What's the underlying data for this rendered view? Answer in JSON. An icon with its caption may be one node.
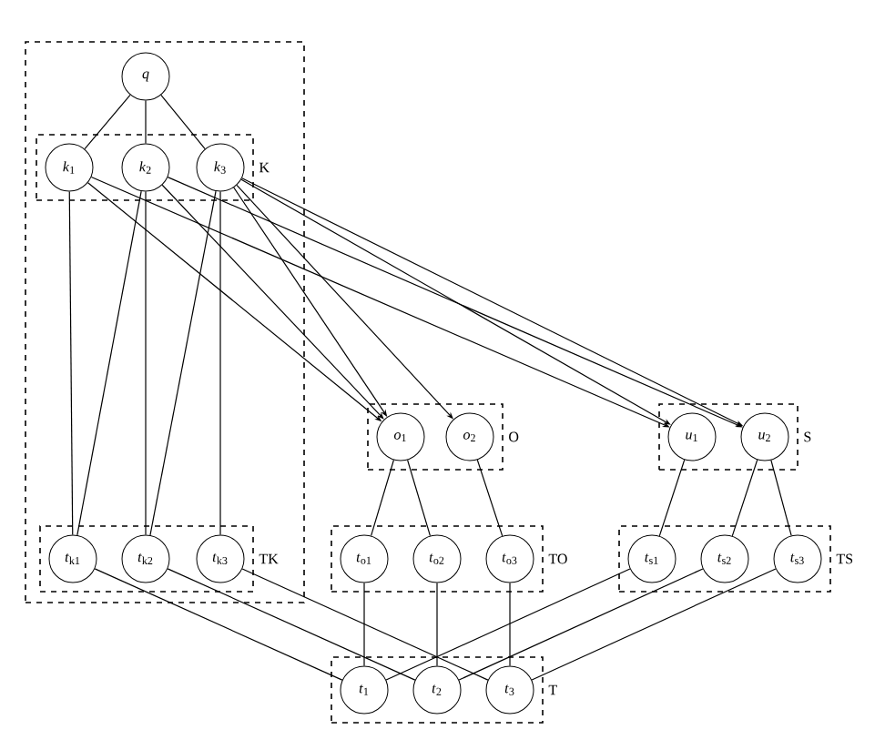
{
  "diagram": {
    "nodes": [
      {
        "text": [],
        "shape": "box"
      },
      {
        "text": [
          "*q*"
        ],
        "in": 0
      },
      {
        "text": [
          "K"
        ],
        "in": 0
      },
      {
        "text": [
          "*k*$_{1}$"
        ],
        "in": 2
      },
      {
        "text": [
          "*k*$_{2}$"
        ],
        "in": 2
      },
      {
        "text": [
          "*k*$_{3}$"
        ],
        "in": 2
      },
      {
        "text": [
          "TK"
        ],
        "in": 0
      },
      {
        "text": [
          "*t*$_{k1}$"
        ],
        "in": 6
      },
      {
        "text": [
          "*t*$_{k2}$"
        ],
        "in": 6
      },
      {
        "text": [
          "*t*$_{k3}$"
        ],
        "in": 6
      },
      {
        "text": [
          "O"
        ]
      },
      {
        "text": [
          "*o*$_{1}$"
        ],
        "in": 10
      },
      {
        "text": [
          "*o*$_{2}$"
        ],
        "in": 10
      },
      {
        "text": [
          "S"
        ]
      },
      {
        "text": [
          "*u*$_{1}$"
        ],
        "in": 13
      },
      {
        "text": [
          "*u*$_{2}$"
        ],
        "in": 13
      },
      {
        "text": [
          "TO"
        ]
      },
      {
        "text": [
          "*t*$_{o1}$"
        ],
        "in": 16
      },
      {
        "text": [
          "*t*$_{o2}$"
        ],
        "in": 16
      },
      {
        "text": [
          "*t*$_{o3}$"
        ],
        "in": 16
      },
      {
        "text": [
          "TS"
        ]
      },
      {
        "text": [
          "*t*$_{s1}$"
        ],
        "in": 20
      },
      {
        "text": [
          "*t*$_{s2}$"
        ],
        "in": 20
      },
      {
        "text": [
          "*t*$_{s3}$"
        ],
        "in": 20
      },
      {
        "text": [
          "T"
        ]
      },
      {
        "text": [
          "*t*$_{1}$"
        ],
        "in": 24
      },
      {
        "text": [
          "*t*$_{2}$"
        ],
        "in": 24
      },
      {
        "text": [
          "*t*$_{3}$"
        ],
        "in": 24
      }
    ],
    "edges": [
      {
        "from": 1,
        "to": 3,
        "arrow": "none"
      },
      {
        "from": 1,
        "to": 4,
        "arrow": "none"
      },
      {
        "from": 1,
        "to": 5,
        "arrow": "none"
      },
      {
        "from": 3,
        "to": 7,
        "arrow": "none"
      },
      {
        "from": 4,
        "to": 7,
        "arrow": "none"
      },
      {
        "from": 4,
        "to": 8,
        "arrow": "none"
      },
      {
        "from": 5,
        "to": 8,
        "arrow": "none"
      },
      {
        "from": 5,
        "to": 9,
        "arrow": "none"
      },
      {
        "from": 3,
        "to": 11,
        "arrow": "to"
      },
      {
        "from": 3,
        "to": 14,
        "arrow": "to"
      },
      {
        "from": 4,
        "to": 11,
        "arrow": "to"
      },
      {
        "from": 4,
        "to": 15,
        "arrow": "to"
      },
      {
        "from": 5,
        "to": 11,
        "arrow": "to"
      },
      {
        "from": 5,
        "to": 12,
        "arrow": "to"
      },
      {
        "from": 5,
        "to": 14,
        "arrow": "to"
      },
      {
        "from": 5,
        "to": 15,
        "arrow": "to"
      },
      {
        "from": 11,
        "to": 17,
        "arrow": "none"
      },
      {
        "from": 11,
        "to": 18,
        "arrow": "none"
      },
      {
        "from": 12,
        "to": 19,
        "arrow": "none"
      },
      {
        "from": 14,
        "to": 21,
        "arrow": "none"
      },
      {
        "from": 15,
        "to": 22,
        "arrow": "none"
      },
      {
        "from": 15,
        "to": 23,
        "arrow": "none"
      },
      {
        "from": 17,
        "to": 25,
        "arrow": "none"
      },
      {
        "from": 18,
        "to": 26,
        "arrow": "none"
      },
      {
        "from": 19,
        "to": 27,
        "arrow": "none"
      },
      {
        "from": 7,
        "to": 25,
        "arrow": "none"
      },
      {
        "from": 8,
        "to": 26,
        "arrow": "none"
      },
      {
        "from": 9,
        "to": 27,
        "arrow": "none"
      },
      {
        "from": 21,
        "to": 25,
        "arrow": "none"
      },
      {
        "from": 22,
        "to": 26,
        "arrow": "none"
      },
      {
        "from": 23,
        "to": 27,
        "arrow": "none"
      }
    ]
  }
}
